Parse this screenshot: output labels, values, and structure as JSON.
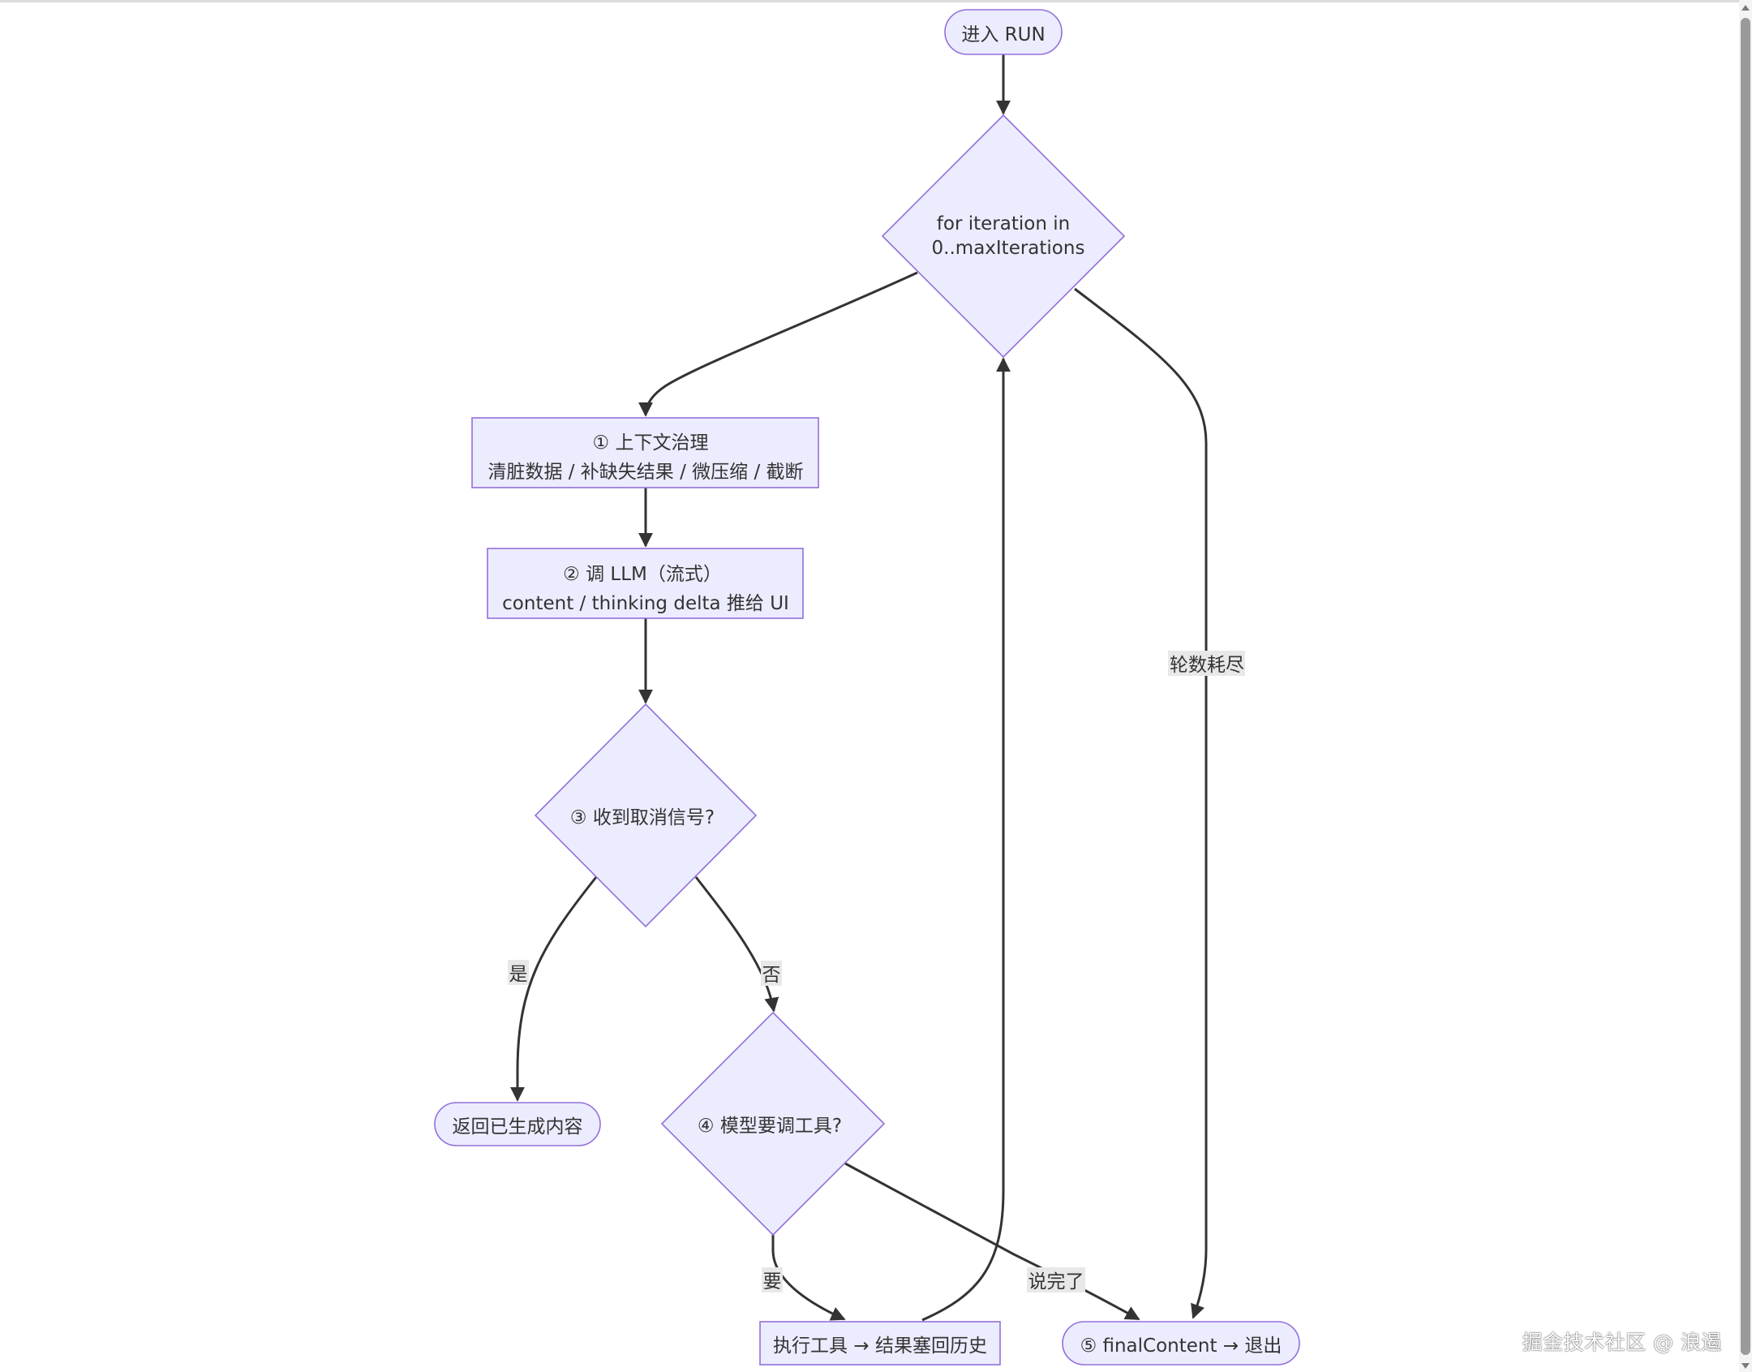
{
  "nodes": {
    "start": {
      "text": "进入 RUN"
    },
    "loop": {
      "line1": "for iteration in",
      "line2": "0..maxIterations"
    },
    "context": {
      "line1": "① 上下文治理",
      "line2": "清脏数据 / 补缺失结果 / 微压缩 / 截断"
    },
    "llm": {
      "line1": "② 调 LLM（流式）",
      "line2": "content / thinking delta 推给 UI"
    },
    "cancel": {
      "text": "③ 收到取消信号?"
    },
    "return": {
      "text": "返回已生成内容"
    },
    "tool_decision": {
      "text": "④ 模型要调工具?"
    },
    "exec_tool": {
      "text": "执行工具 → 结果塞回历史"
    },
    "final": {
      "text": "⑤ finalContent → 退出"
    }
  },
  "edges": {
    "exhausted": "轮数耗尽",
    "yes": "是",
    "no": "否",
    "want": "要",
    "done": "说完了"
  },
  "colors": {
    "node_fill": "#ececff",
    "node_stroke": "#9370db",
    "edge": "#333333",
    "text": "#333333"
  },
  "watermark": "掘金技术社区 @ 浪遏"
}
